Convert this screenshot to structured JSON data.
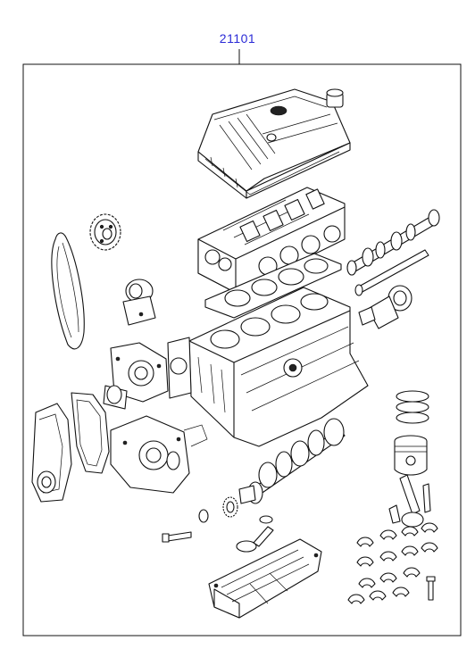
{
  "diagram": {
    "part_number": "21101",
    "colors": {
      "callout": "#2a2ad6",
      "line": "#111111",
      "background": "#ffffff"
    },
    "components": [
      "cylinder-head-cover",
      "cylinder-head",
      "head-gasket",
      "cylinder-block",
      "crankshaft",
      "camshaft",
      "timing-belt",
      "cam-sprocket",
      "belt-tensioner",
      "water-pump",
      "oil-pump",
      "timing-cover",
      "cover-gasket",
      "crank-sprocket",
      "oil-pan",
      "oil-strainer",
      "piston-rings",
      "piston",
      "connecting-rod",
      "bearing-shells",
      "oil-seal"
    ]
  }
}
